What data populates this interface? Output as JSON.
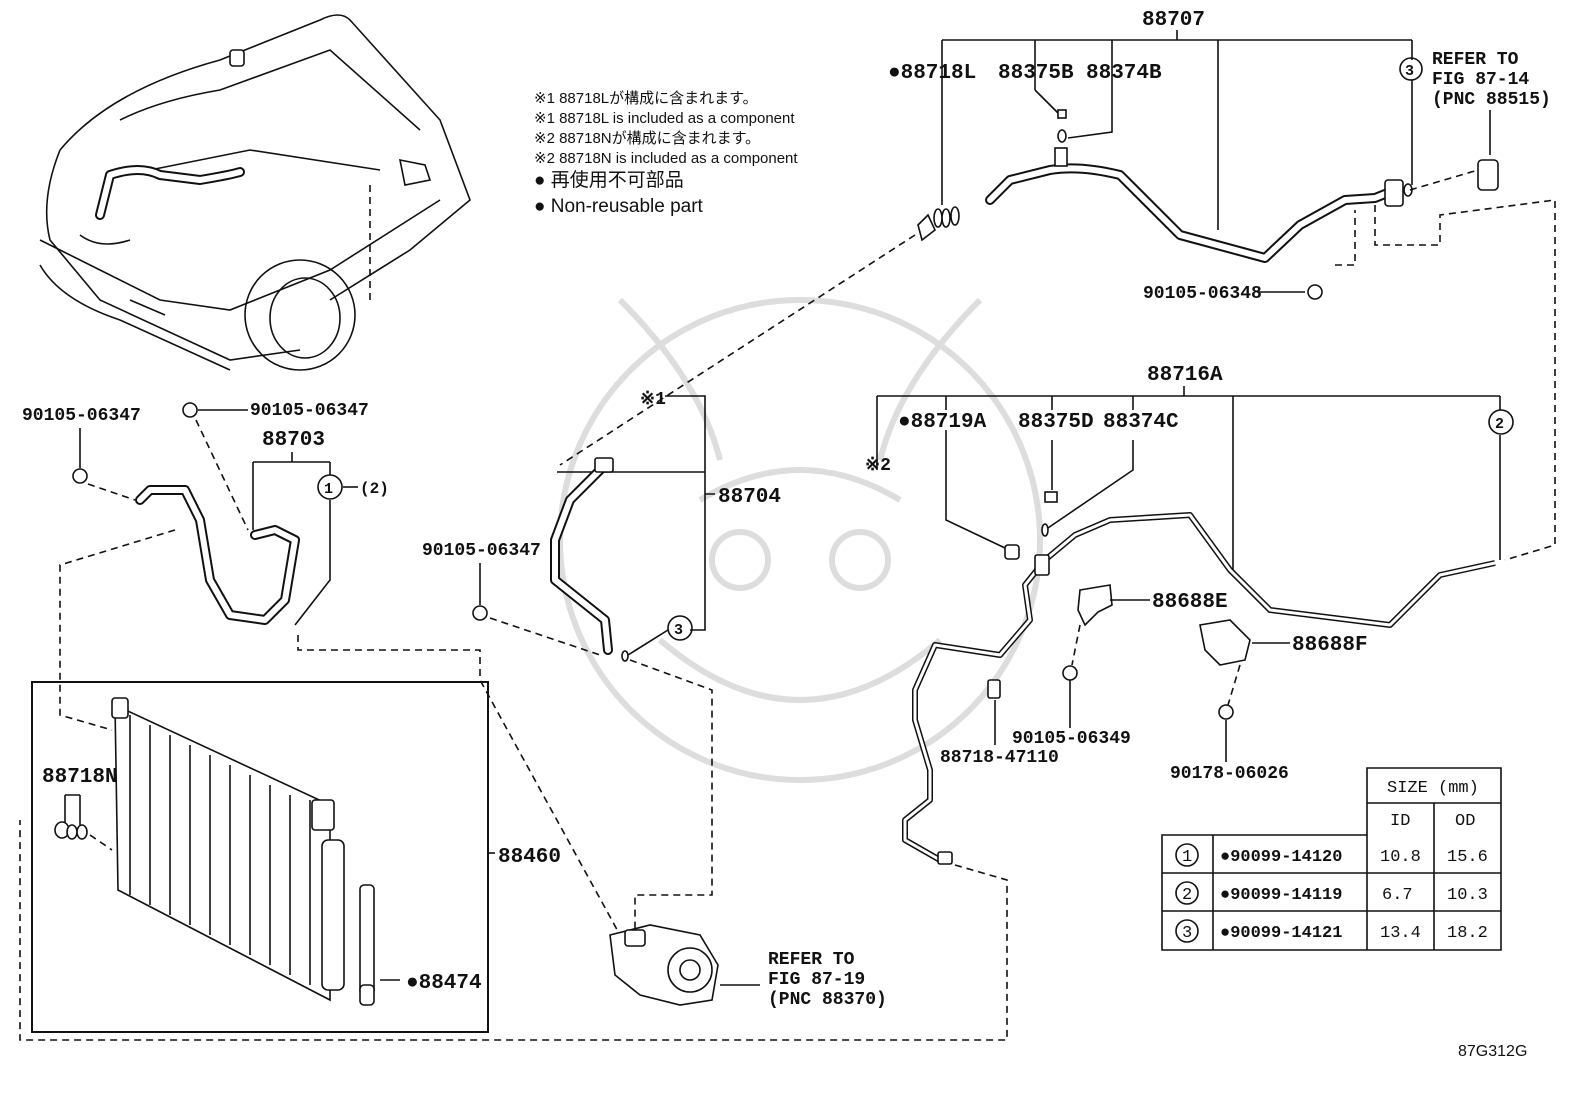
{
  "notes": {
    "line1": "※1 88718Lが構成に含まれます。",
    "line2": "※1 88718L is included as a component",
    "line3": "※2 88718Nが構成に含まれます。",
    "line4": "※2 88718N is included as a component",
    "line5": "● 再使用不可部品",
    "line6": "● Non-reusable part"
  },
  "labels": {
    "p88707": "88707",
    "p88718L": "●88718L",
    "p88375B": "88375B",
    "p88374B": "88374B",
    "refer1_a": "REFER TO",
    "refer1_b": "FIG 87-14",
    "refer1_c": "(PNC 88515)",
    "p90105_06348": "90105-06348",
    "p88716A": "88716A",
    "p88719A": "●88719A",
    "p88375D": "88375D",
    "p88374C": "88374C",
    "mark2": "※2",
    "p88688E": "88688E",
    "p88688F": "88688F",
    "p90105_06349": "90105-06349",
    "p88718_47110": "88718-47110",
    "p90178_06026": "90178-06026",
    "p90105_06347_a": "90105-06347",
    "p90105_06347_b": "90105-06347",
    "p90105_06347_c": "90105-06347",
    "p88703": "88703",
    "ref2": "(2)",
    "mark1": "※1",
    "p88704": "88704",
    "p88718N": "88718N",
    "p88460": "88460",
    "p88474": "●88474",
    "refer2_a": "REFER TO",
    "refer2_b": "FIG 87-19",
    "refer2_c": "(PNC 88370)",
    "fig_code": "87G312G",
    "circle1": "1",
    "circle2": "2",
    "circle3": "3"
  },
  "size_table": {
    "title": "SIZE (mm)",
    "col_id": "ID",
    "col_od": "OD",
    "rows": [
      {
        "no": "1",
        "part": "●90099-14120",
        "id": "10.8",
        "od": "15.6"
      },
      {
        "no": "2",
        "part": "●90099-14119",
        "id": "6.7",
        "od": "10.3"
      },
      {
        "no": "3",
        "part": "●90099-14121",
        "id": "13.4",
        "od": "18.2"
      }
    ]
  }
}
